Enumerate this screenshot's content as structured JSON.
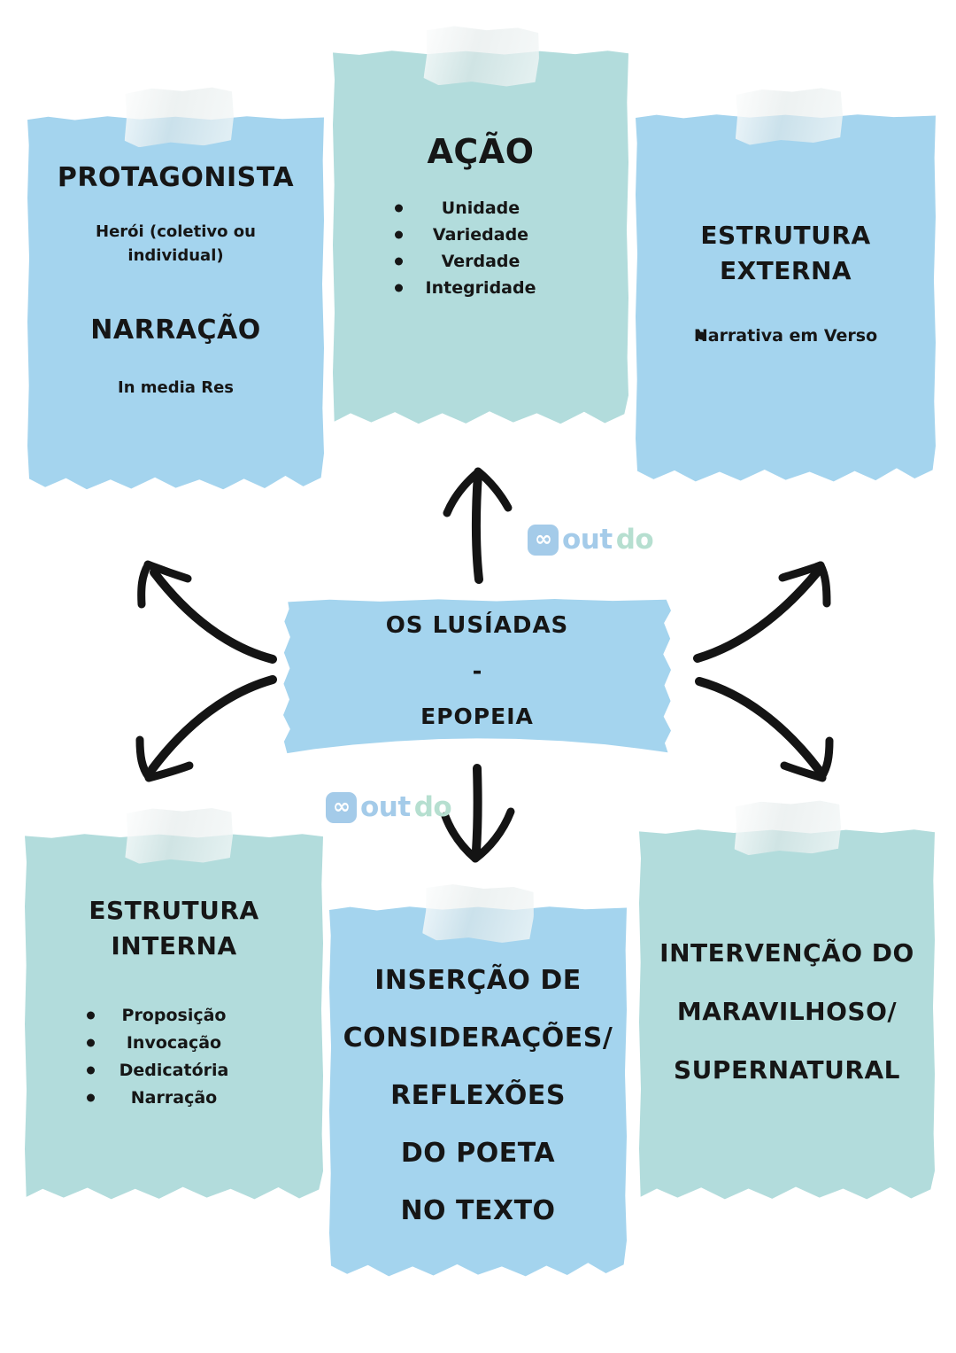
{
  "page": {
    "title": "Os Lusíadas - Epopeia mind map",
    "background": "#ffffff"
  },
  "colors": {
    "note_blue": "#a4d4ee",
    "note_teal": "#b2dcdc",
    "ink": "#161616",
    "arrow": "#141414",
    "watermark_blue": "#a4cbe9",
    "watermark_mint": "#b6dfd0",
    "tape": "#f1f3f2"
  },
  "center": {
    "line1": "OS LUSÍADAS",
    "dash": "-",
    "line2": "EPOPEIA"
  },
  "watermark": {
    "icon_glyph": "∞",
    "out": "out",
    "do": "do"
  },
  "notes": {
    "protagonista": {
      "heading1": "PROTAGONISTA",
      "body1_lines": [
        "Herói (coletivo ou",
        "individual)"
      ],
      "heading2": "NARRAÇÃO",
      "body2": "In media Res"
    },
    "acao": {
      "heading": "AÇÃO",
      "bullets": [
        "Unidade",
        "Variedade",
        "Verdade",
        "Integridade"
      ]
    },
    "estrutura_externa": {
      "heading": "ESTRUTURA EXTERNA",
      "bullets": [
        "Narrativa em Verso"
      ]
    },
    "estrutura_interna": {
      "heading": "ESTRUTURA INTERNA",
      "bullets": [
        "Proposição",
        "Invocação",
        "Dedicatória",
        "Narração"
      ]
    },
    "insercao": {
      "lines": [
        "INSERÇÃO DE",
        "CONSIDERAÇÕES/",
        "REFLEXÕES",
        "DO POETA",
        "NO TEXTO"
      ]
    },
    "intervencao": {
      "lines": [
        "INTERVENÇÃO DO",
        "MARAVILHOSO/",
        "SUPERNATURAL"
      ]
    }
  }
}
